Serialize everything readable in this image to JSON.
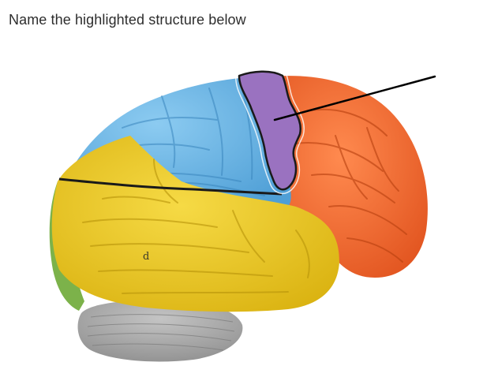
{
  "question": {
    "text": "Name the highlighted structure below"
  },
  "figure": {
    "subject": "brain-model-lateral-view",
    "label_letter": "d",
    "colors": {
      "frontal": "#ef6a33",
      "parietal": "#6bb6e6",
      "temporal": "#e9c828",
      "occipital": "#7cb24a",
      "cerebellum": "#a9a9a9",
      "highlight": "#9a72c0",
      "outline": "#1a1a1a",
      "pointer": "#000000"
    }
  }
}
